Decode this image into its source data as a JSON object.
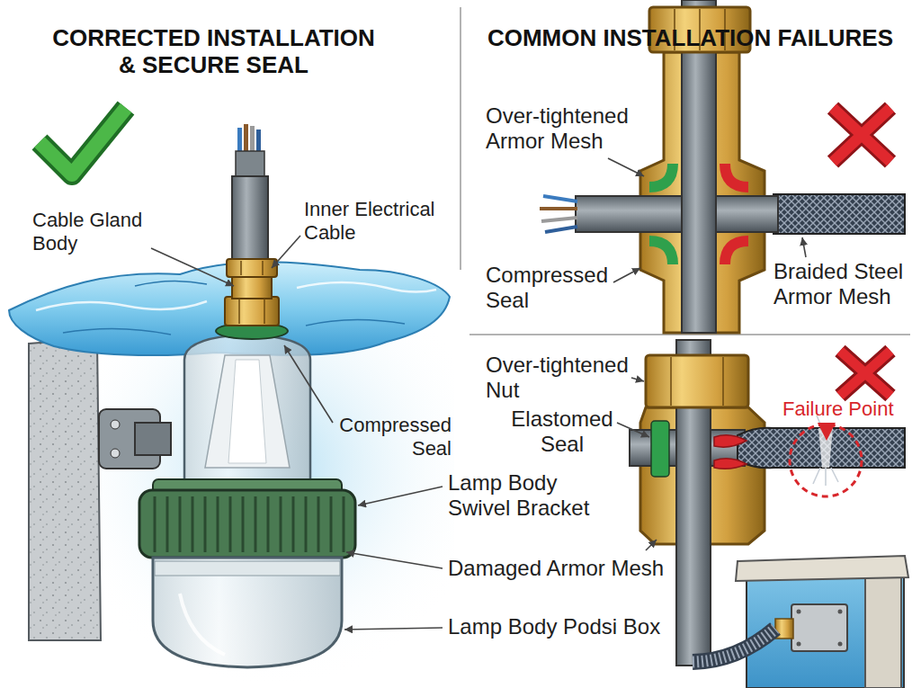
{
  "diagram": {
    "labels": [
      "CORRECTED INSTALLATION & SECURE SEAL",
      "COMMON INSTALLATION FAILURES",
      "Cable Gland Body",
      "Inner Electrical Cable",
      "Compressed Seal",
      "Lamp Body Swivel Bracket",
      "Damaged Armor Mesh",
      "Lamp Body Podsi Box",
      "Over-tightened Armor Mesh",
      "Compressed Seal",
      "Braided Steel Armor Mesh",
      "Over-tightened Nut",
      "Elastomed Seal",
      "Failure Point"
    ]
  }
}
